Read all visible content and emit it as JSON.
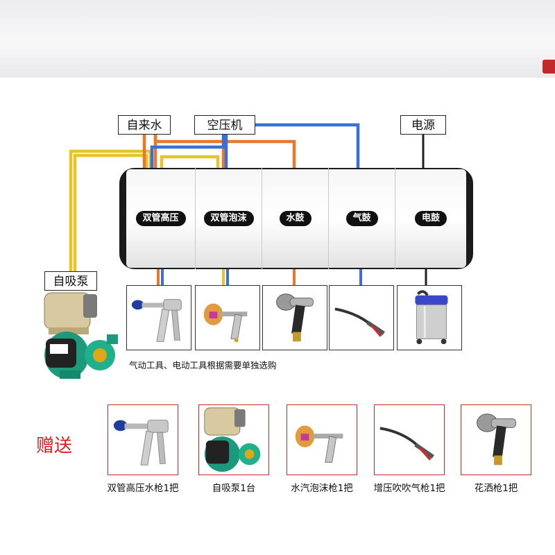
{
  "sources": {
    "tap_water": "自来水",
    "air_compressor": "空压机",
    "power": "电源",
    "self_priming_pump": "自吸泵"
  },
  "unit_sections": [
    "双管高压",
    "双管泡沫",
    "水鼓",
    "气鼓",
    "电鼓"
  ],
  "tools_note": "气动工具、电动工具根据需要单独选购",
  "gift": {
    "title": "赠送",
    "items": [
      "双管高压水枪1把",
      "自吸泵1台",
      "水汽泡沫枪1把",
      "增压吹吹气枪1把",
      "花洒枪1把"
    ]
  },
  "colors": {
    "water_line": "#e8782c",
    "air_line": "#3a6fd8",
    "power_line": "#222222",
    "pump_line": "#e8c42a",
    "gift_accent": "#d62020"
  }
}
